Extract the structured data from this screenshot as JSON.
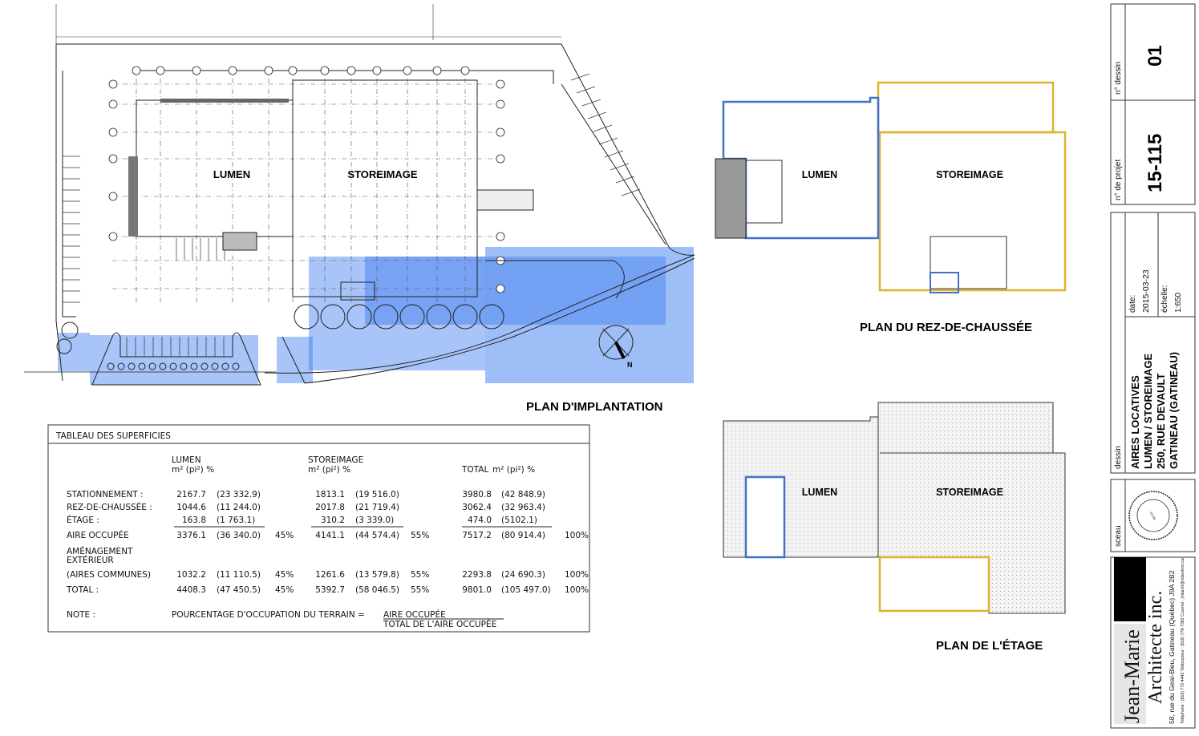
{
  "site_plan": {
    "title": "PLAN D'IMPLANTATION",
    "buildings": [
      "LUMEN",
      "STOREIMAGE"
    ],
    "north_label": "N",
    "highlight_color": "#3d7df0"
  },
  "ground_floor": {
    "title": "PLAN DU REZ-DE-CHAUSSÉE",
    "buildings": [
      "LUMEN",
      "STOREIMAGE"
    ],
    "lumen_color": "#3f72c8",
    "storeimage_color": "#e0b030"
  },
  "upper_floor": {
    "title": "PLAN DE L'ÉTAGE",
    "buildings": [
      "LUMEN",
      "STOREIMAGE"
    ]
  },
  "table": {
    "title": "TABLEAU DES SUPERFICIES",
    "columns": [
      {
        "name": "LUMEN",
        "units": "m² (pi²) %"
      },
      {
        "name": "STOREIMAGE",
        "units": "m² (pi²) %"
      },
      {
        "name": "TOTAL",
        "units": "m² (pi²) %"
      }
    ],
    "rows": [
      {
        "label": "STATIONNEMENT :",
        "cells": [
          [
            "2167.7",
            "(23 332.9)",
            ""
          ],
          [
            "1813.1",
            "(19 516.0)",
            ""
          ],
          [
            "3980.8",
            "(42 848.9)",
            ""
          ]
        ]
      },
      {
        "label": "REZ-DE-CHAUSSÉE :",
        "cells": [
          [
            "1044.6",
            "(11 244.0)",
            ""
          ],
          [
            "2017.8",
            "(21 719.4)",
            ""
          ],
          [
            "3062.4",
            "(32 963.4)",
            ""
          ]
        ]
      },
      {
        "label": "ÉTAGE :",
        "cells": [
          [
            "163.8",
            "(1 763.1)",
            ""
          ],
          [
            "310.2",
            "(3 339.0)",
            ""
          ],
          [
            "474.0",
            "(5102.1)",
            ""
          ]
        ]
      },
      {
        "label": "AIRE OCCUPÉE",
        "cells": [
          [
            "3376.1",
            "(36 340.0)",
            "45%"
          ],
          [
            "4141.1",
            "(44 574.4)",
            "55%"
          ],
          [
            "7517.2",
            "(80 914.4)",
            "100%"
          ]
        ]
      },
      {
        "label": "(AIRES COMMUNES)",
        "label_above": [
          "AMÉNAGEMENT",
          "EXTÉRIEUR"
        ],
        "cells": [
          [
            "1032.2",
            "(11 110.5)",
            "45%"
          ],
          [
            "1261.6",
            "(13 579.8)",
            "55%"
          ],
          [
            "2293.8",
            "(24 690.3)",
            "100%"
          ]
        ]
      },
      {
        "label": "TOTAL :",
        "cells": [
          [
            "4408.3",
            "(47 450.5)",
            "45%"
          ],
          [
            "5392.7",
            "(58 046.5)",
            "55%"
          ],
          [
            "9801.0",
            "(105 497.0)",
            "100%"
          ]
        ]
      }
    ],
    "note_label": "NOTE :",
    "note_text": "POURCENTAGE D'OCCUPATION DU TERRAIN =",
    "note_numerator": "AIRE OCCUPÉE",
    "note_denominator": "TOTAL DE L'AIRE OCCUPÉE"
  },
  "title_block": {
    "drawing_no_label": "n° dessin",
    "drawing_no": "01",
    "project_no_label": "n° de projet",
    "project_no": "15-115",
    "drawing_label": "dessin",
    "drawing_title": [
      "AIRES LOCATIVES",
      "LUMEN / STOREIMAGE",
      "250, RUE DEVAULT",
      "GATINEAU (GATINEAU)"
    ],
    "date_label": "date:",
    "date": "2015-03-23",
    "scale_label": "échelle:",
    "scale": "1:650",
    "seal_label": "sceau",
    "seal_text": "ordre des architectes du Québec",
    "firm_name_1": "Jean-Marie",
    "firm_name_2": "Architecte inc.",
    "firm_address": "58, rue du Geai-Bleu, Gatineau (Québec) J9A 2B2",
    "firm_contact": "Téléphone : (819) 772-4443  Télécopieur : (819) 778-7383  Courriel : jmlarch@videotron.ca"
  }
}
